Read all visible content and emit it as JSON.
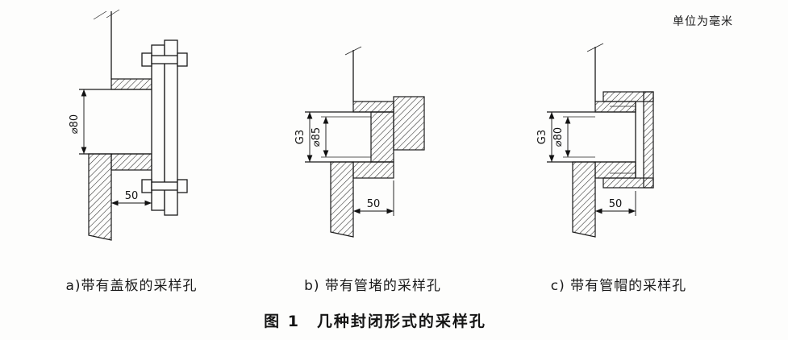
{
  "page": {
    "unit_note": "单位为毫米",
    "caption": "图 1　几种封闭形式的采样孔"
  },
  "figures": [
    {
      "id": "a",
      "label": "a)带有盖板的采样孔",
      "dim_diameter": "⌀80",
      "dim_length": "50"
    },
    {
      "id": "b",
      "label": "b) 带有管堵的采样孔",
      "dim_thread": "G3",
      "dim_diameter": "⌀85",
      "dim_length": "50"
    },
    {
      "id": "c",
      "label": "c) 带有管帽的采样孔",
      "dim_thread": "G3",
      "dim_diameter": "⌀80",
      "dim_length": "50"
    }
  ]
}
